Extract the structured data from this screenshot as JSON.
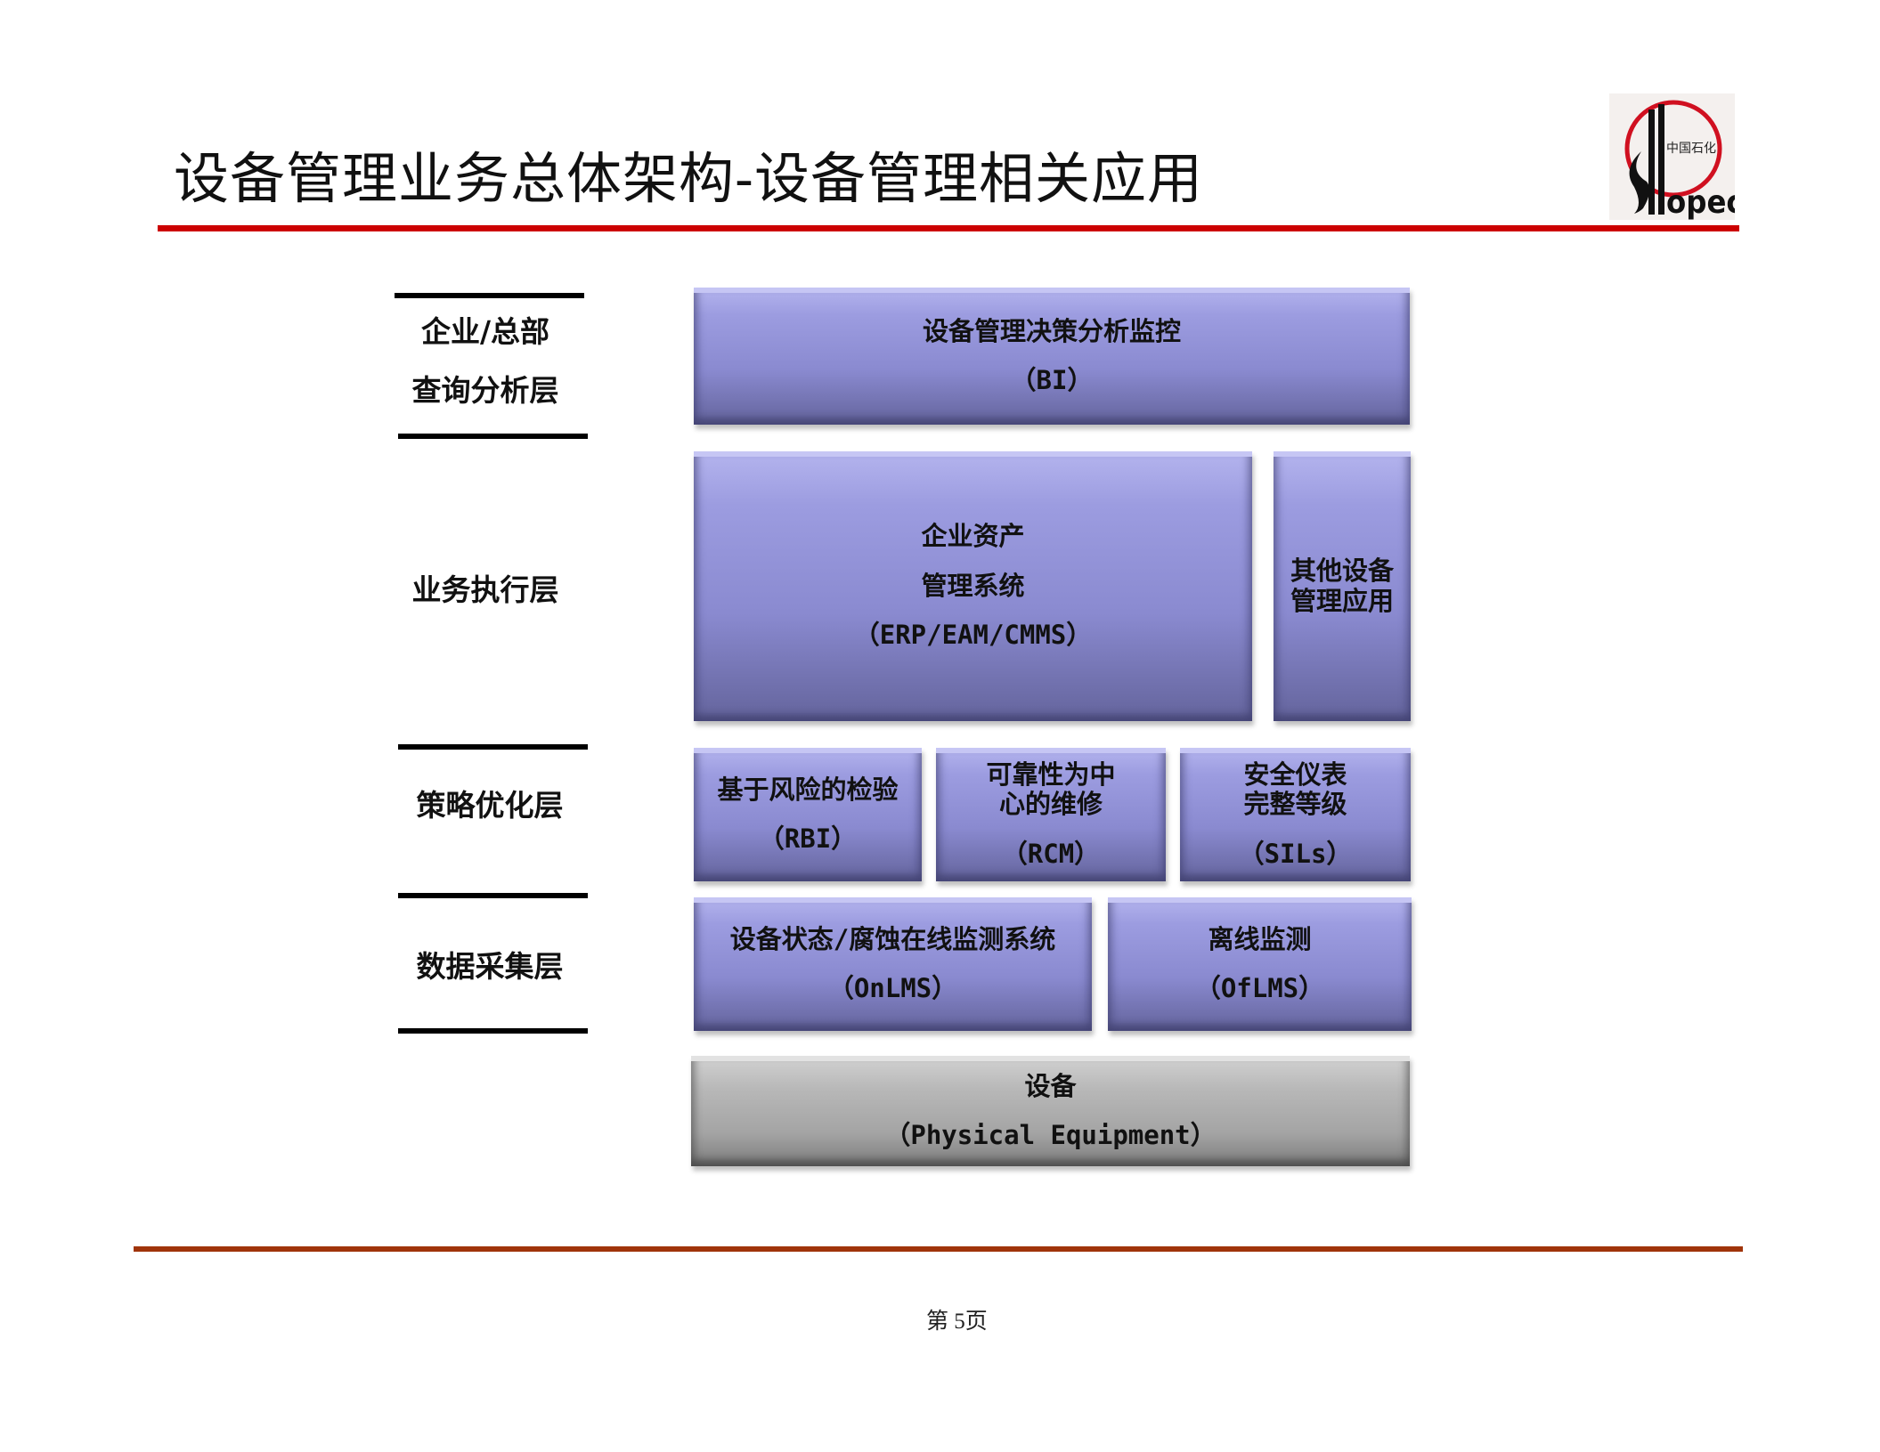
{
  "header": {
    "title": "设备管理业务总体架构-设备管理相关应用",
    "logo_text": "SINOPEC 中国石化",
    "accent_color": "#cc0000"
  },
  "layers": [
    {
      "lines": [
        "企业/总部",
        "查询分析层"
      ]
    },
    {
      "lines": [
        "业务执行层"
      ]
    },
    {
      "lines": [
        "策略优化层"
      ]
    },
    {
      "lines": [
        "数据采集层"
      ]
    }
  ],
  "boxes": {
    "bi": {
      "lines": [
        "设备管理决策分析监控",
        "（BI）"
      ]
    },
    "erp": {
      "lines": [
        "企业资产",
        "管理系统",
        "（ERP/EAM/CMMS）"
      ]
    },
    "other": {
      "lines": [
        "其他设备",
        "管理应用"
      ]
    },
    "rbi": {
      "lines": [
        "基于风险的检验",
        "（RBI）"
      ]
    },
    "rcm": {
      "lines": [
        "可靠性为中",
        "心的维修",
        "（RCM）"
      ]
    },
    "sil": {
      "lines": [
        "安全仪表",
        "完整等级",
        "（SILs）"
      ]
    },
    "onlms": {
      "lines": [
        "设备状态/腐蚀在线监测系统",
        "（OnLMS）"
      ]
    },
    "oflms": {
      "lines": [
        "离线监测",
        "（OfLMS）"
      ]
    },
    "equipment": {
      "lines": [
        "设备",
        "（Physical Equipment）"
      ]
    }
  },
  "colors": {
    "box": "#8a8ad0",
    "equipment_box": "#a4a4a4",
    "bottom_line": "#a0340a"
  },
  "footer": {
    "page": "第 5页"
  }
}
